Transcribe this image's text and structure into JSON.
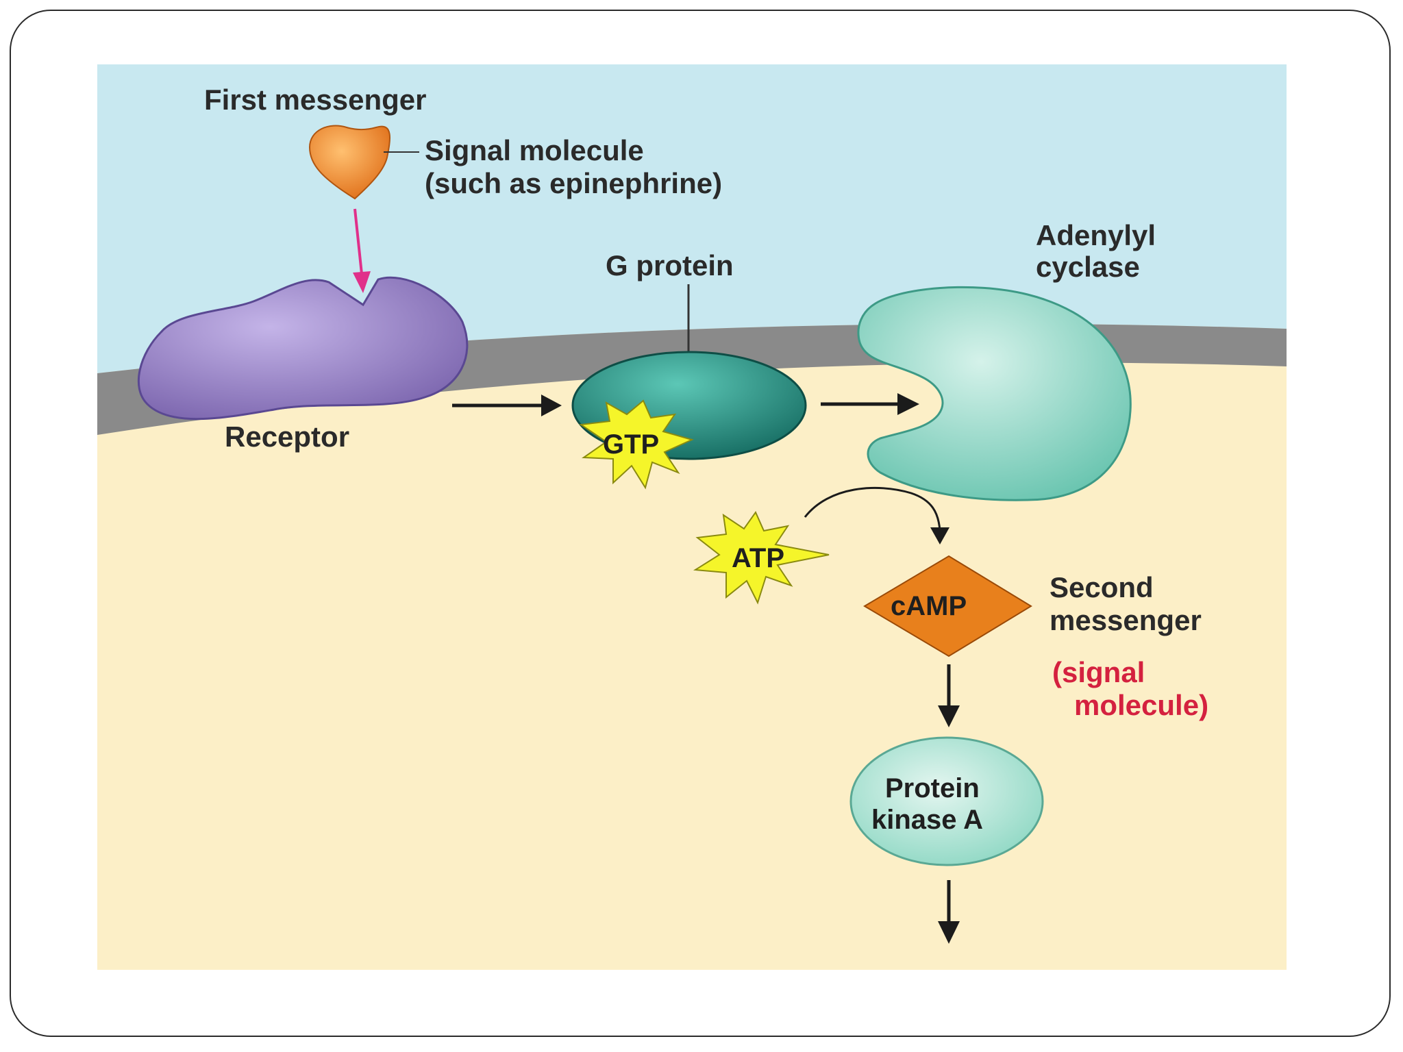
{
  "labels": {
    "first_messenger": "First messenger",
    "signal_molecule_line1": "Signal molecule",
    "signal_molecule_line2": "(such as epinephrine)",
    "g_protein": "G protein",
    "adenylyl_line1": "Adenylyl",
    "adenylyl_line2": "cyclase",
    "receptor": "Receptor",
    "gtp": "GTP",
    "atp": "ATP",
    "camp": "cAMP",
    "second_line1": "Second",
    "second_line2": "messenger",
    "signal_paren_line1": "(signal",
    "signal_paren_line2": "molecule)",
    "pka_line1": "Protein",
    "pka_line2": "kinase A"
  },
  "colors": {
    "extracellular": "#c8e8f0",
    "cytoplasm": "#fcefc7",
    "membrane": "#8a8a8a",
    "receptor": "#9a86c8",
    "g_protein": "#2a9d8f",
    "adenylyl_cyclase": "#8ed8c8",
    "signal_molecule": "#f08a24",
    "camp": "#e8801c",
    "star": "#f5f52a",
    "pink_arrow": "#e0308a",
    "accent_red": "#d4213f"
  }
}
